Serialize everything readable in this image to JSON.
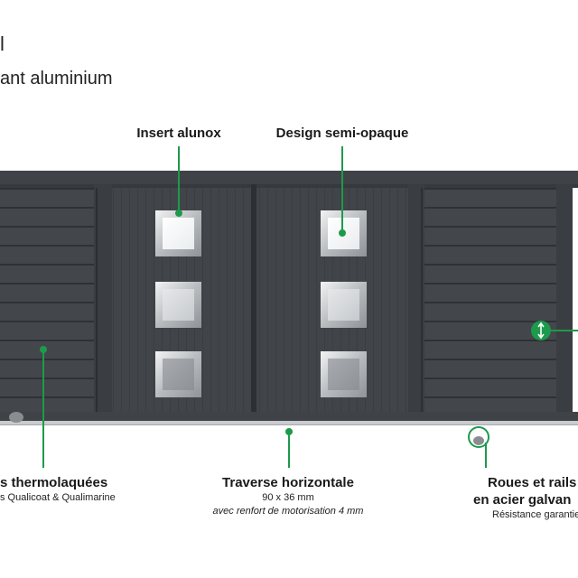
{
  "header": {
    "title_fragment": "l",
    "subtitle": "ant aluminium"
  },
  "callouts": {
    "insert": {
      "title": "Insert alunox"
    },
    "design": {
      "title": "Design semi-opaque"
    },
    "lames": {
      "title": "s thermolaquées",
      "detail": "s Qualicoat & Qualimarine"
    },
    "traverse": {
      "title": "Traverse horizontale",
      "detail1": "90 x 36 mm",
      "detail2": "avec renfort de motorisation 4 mm"
    },
    "roues": {
      "title1": "Roues et rails",
      "title2": "en acier galvan",
      "detail": "Résistance garantie"
    }
  },
  "colors": {
    "panel": "#3f4247",
    "panel_dark": "#2f3236",
    "accent_green": "#1d9a4b",
    "rail": "#c9cbce"
  },
  "icons": {
    "adjust": "vertical-arrows-icon"
  }
}
